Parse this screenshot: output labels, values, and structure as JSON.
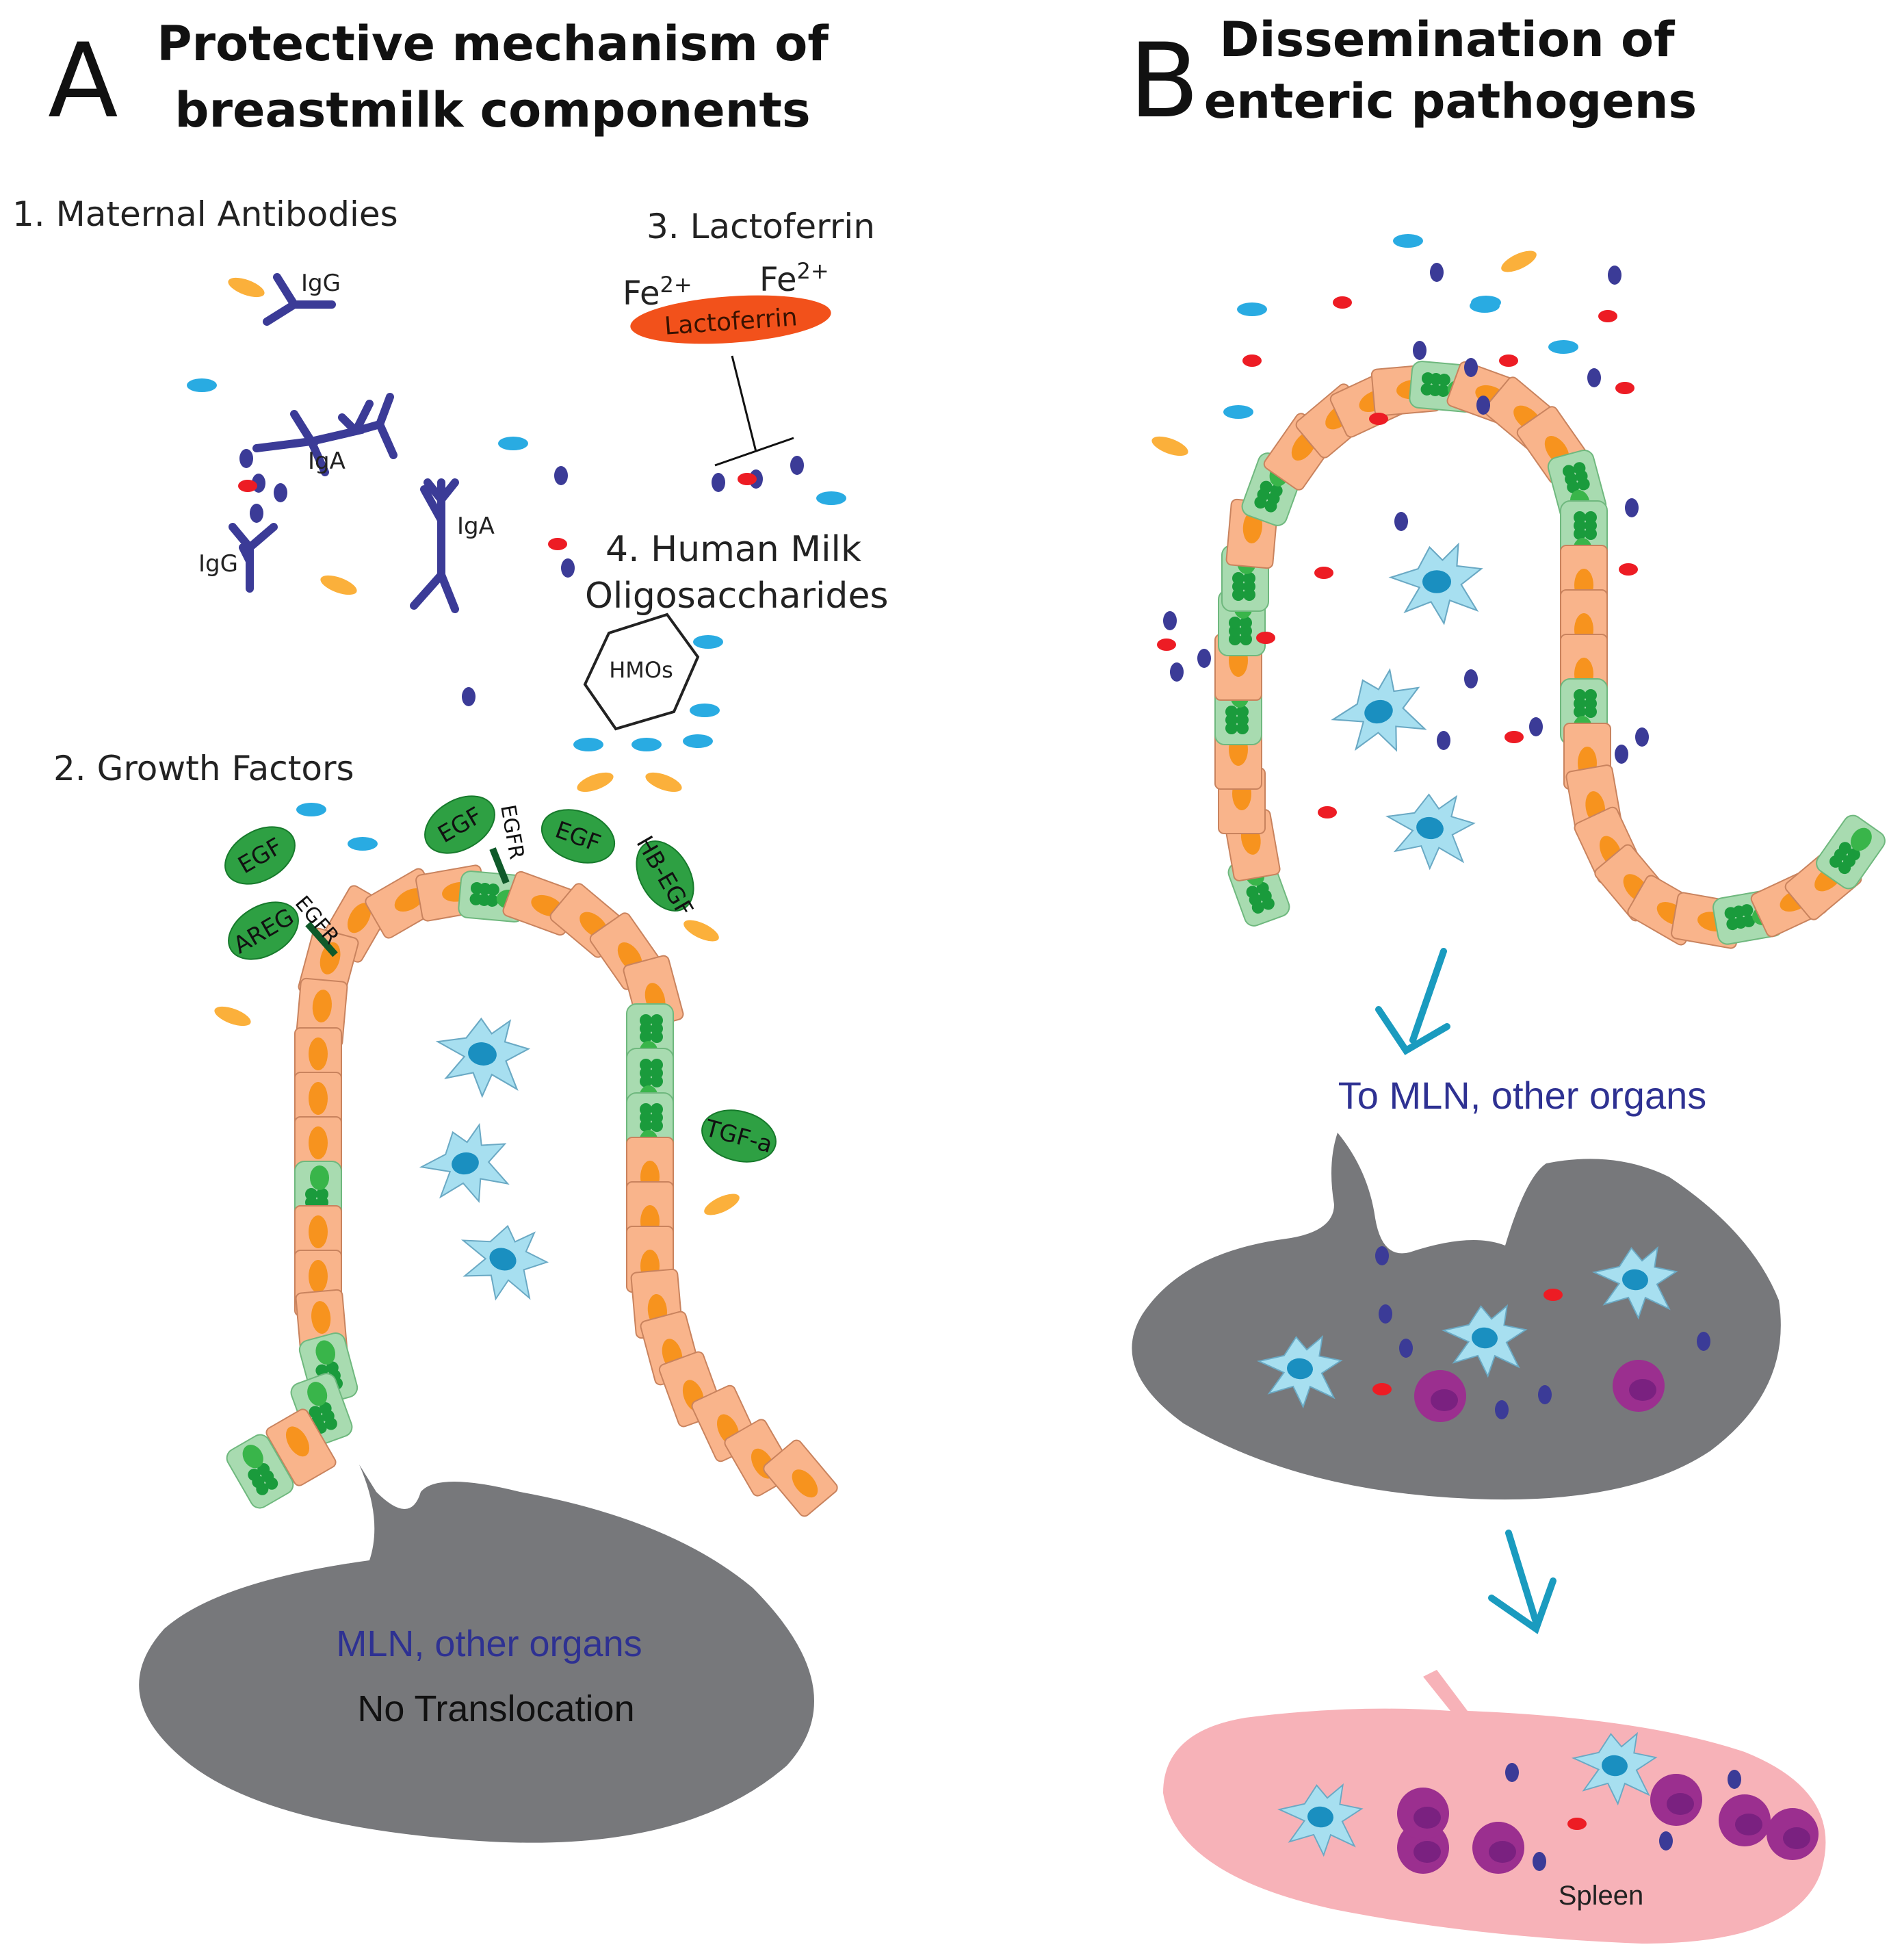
{
  "panel_a": {
    "letter": "A",
    "title_line1": "Protective mechanism of",
    "title_line2": "breastmilk components",
    "section1": "1. Maternal Antibodies",
    "section2": "2. Growth Factors",
    "section3": "3. Lactoferrin",
    "section4_line1": "4. Human Milk",
    "section4_line2": "Oligosaccharides",
    "igg": "IgG",
    "iga": "IgA",
    "fe": "Fe",
    "fe_charge": "2+",
    "lactoferrin": "Lactoferrin",
    "hmos": "HMOs",
    "egf": "EGF",
    "egfr": "EGFR",
    "areg": "AREG",
    "hb_egf": "HB-EGF",
    "tgf_a": "TGF-a",
    "organ_label": "MLN, other organs",
    "organ_sublabel": "No Translocation"
  },
  "panel_b": {
    "letter": "B",
    "title_line1": "Dissemination of",
    "title_line2": "enteric pathogens",
    "arrow_label": "To MLN, other organs",
    "spleen": "Spleen"
  },
  "colors": {
    "epithelium": "#f9b48b",
    "epithelium_stroke": "#c9835e",
    "nucleus": "#f7931e",
    "goblet": "#a8dbb0",
    "goblet_granule": "#1a9b3c",
    "growth_factor": "#2ea043",
    "immune_cell": "#a7dff0",
    "immune_nucleus": "#1a8fc0",
    "antibody": "#3b3b97",
    "lactoferrin": "#f2511b",
    "organ_gray": "#77787b",
    "spleen": "#f7b2b8",
    "plasma_cell": "#9b2f8f",
    "arrow": "#1a9bbf",
    "label_blue": "#2e3192",
    "pathogen_navy": "#3b3b97",
    "pathogen_red": "#ed1c24",
    "bacteria_cyan": "#29abe2",
    "bacteria_orange": "#fbb03b"
  }
}
